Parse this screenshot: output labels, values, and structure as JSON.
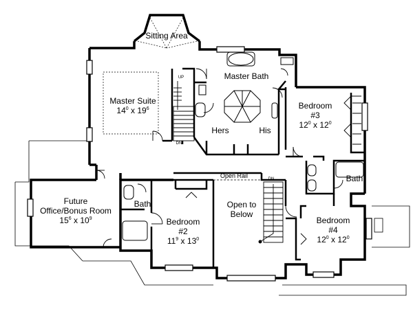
{
  "rooms": {
    "sitting_area": {
      "name": "Sitting Area"
    },
    "master_suite": {
      "name": "Master Suite",
      "dim_a": "14",
      "dim_a_sup": "0",
      "dim_x": "x",
      "dim_b": "19",
      "dim_b_sup": "6"
    },
    "master_bath": {
      "name": "Master Bath"
    },
    "hers": {
      "name": "Hers"
    },
    "his": {
      "name": "His"
    },
    "bedroom3": {
      "name": "Bedroom",
      "number": "#3",
      "dim_a": "12",
      "dim_a_sup": "0",
      "dim_x": "x",
      "dim_b": "12",
      "dim_b_sup": "0"
    },
    "bath_right": {
      "name": "Bath"
    },
    "open_rail": {
      "name": "Open Rail"
    },
    "future_office": {
      "line1": "Future",
      "line2": "Office/Bonus Room",
      "dim_a": "15",
      "dim_a_sup": "6",
      "dim_x": "x",
      "dim_b": "10",
      "dim_b_sup": "9"
    },
    "bath_left": {
      "name": "Bath"
    },
    "bedroom2": {
      "name": "Bedroom",
      "number": "#2",
      "dim_a": "11",
      "dim_a_sup": "9",
      "dim_x": "x",
      "dim_b": "13",
      "dim_b_sup": "0"
    },
    "open_below": {
      "line1": "Open to",
      "line2": "Below"
    },
    "bedroom4": {
      "name": "Bedroom",
      "number": "#4",
      "dim_a": "12",
      "dim_a_sup": "0",
      "dim_x": "x",
      "dim_b": "12",
      "dim_b_sup": "0"
    }
  },
  "stairs": {
    "up": "UP",
    "dn_left": "DN",
    "dn_center": "DN"
  }
}
